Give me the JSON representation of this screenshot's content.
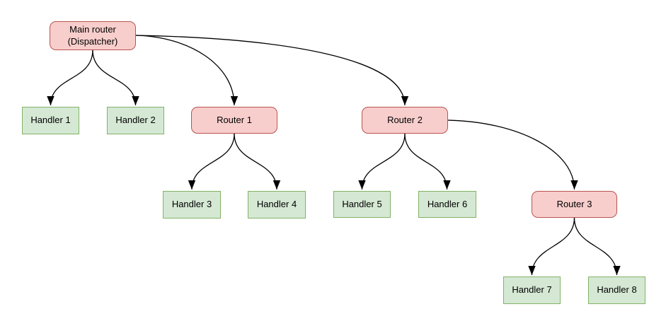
{
  "diagram": {
    "type": "flowchart",
    "colors": {
      "router_fill": "#f8cecc",
      "router_border": "#b85450",
      "handler_fill": "#d5e8d4",
      "handler_border": "#82b366",
      "edge_color": "#000000",
      "background": "#ffffff",
      "text": "#000000"
    },
    "nodes": [
      {
        "id": "main",
        "label": "Main router (Dispatcher)",
        "type": "router"
      },
      {
        "id": "h1",
        "label": "Handler 1",
        "type": "handler"
      },
      {
        "id": "h2",
        "label": "Handler 2",
        "type": "handler"
      },
      {
        "id": "r1",
        "label": "Router 1",
        "type": "router"
      },
      {
        "id": "r2",
        "label": "Router 2",
        "type": "router"
      },
      {
        "id": "h3",
        "label": "Handler 3",
        "type": "handler"
      },
      {
        "id": "h4",
        "label": "Handler 4",
        "type": "handler"
      },
      {
        "id": "h5",
        "label": "Handler 5",
        "type": "handler"
      },
      {
        "id": "h6",
        "label": "Handler 6",
        "type": "handler"
      },
      {
        "id": "r3",
        "label": "Router 3",
        "type": "router"
      },
      {
        "id": "h7",
        "label": "Handler 7",
        "type": "handler"
      },
      {
        "id": "h8",
        "label": "Handler 8",
        "type": "handler"
      }
    ],
    "edges": [
      {
        "from": "main",
        "to": "h1"
      },
      {
        "from": "main",
        "to": "h2"
      },
      {
        "from": "main",
        "to": "r1"
      },
      {
        "from": "main",
        "to": "r2"
      },
      {
        "from": "r1",
        "to": "h3"
      },
      {
        "from": "r1",
        "to": "h4"
      },
      {
        "from": "r2",
        "to": "h5"
      },
      {
        "from": "r2",
        "to": "h6"
      },
      {
        "from": "r2",
        "to": "r3"
      },
      {
        "from": "r3",
        "to": "h7"
      },
      {
        "from": "r3",
        "to": "h8"
      }
    ]
  }
}
